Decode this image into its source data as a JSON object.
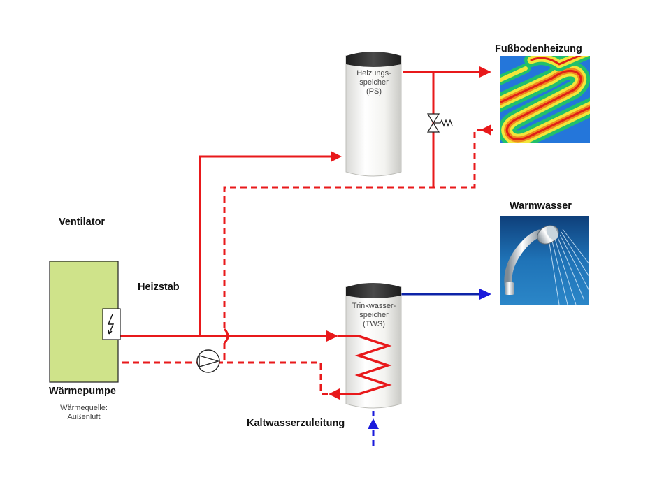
{
  "labels": {
    "floor_heating": "Fußbodenheizung",
    "warm_water": "Warmwasser",
    "fan": "Ventilator",
    "heating_rod": "Heizstab",
    "heat_pump": "Wärmepumpe",
    "heat_source_line1": "Wärmequelle:",
    "heat_source_line2": "Außenluft",
    "cold_water_supply": "Kaltwasserzuleitung"
  },
  "tanks": {
    "heating_storage": {
      "line1": "Heizungs-",
      "line2": "speicher",
      "line3": "(PS)"
    },
    "drinking_water_storage": {
      "line1": "Trinkwasser-",
      "line2": "speicher",
      "line3": "(TWS)"
    }
  },
  "colors": {
    "supply": "#e8191b",
    "return": "#e8191b",
    "cold_water": "#1a1adb",
    "warm_water_line": "#0d24a8",
    "heat_pump_body": "#cfe38a",
    "tank_cap": "#2b2b2b"
  },
  "icons": {
    "pump": "circulation-pump-icon",
    "heating_element": "lightning-bolt-icon",
    "valve": "overflow-valve-icon",
    "shower": "shower-head-icon"
  }
}
